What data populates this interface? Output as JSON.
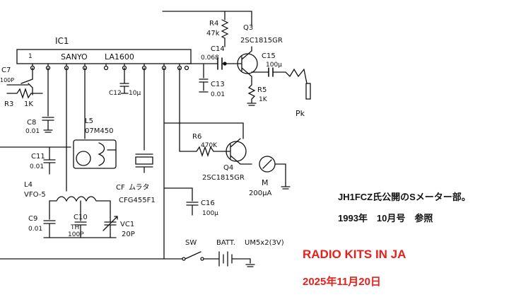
{
  "colors": {
    "ink": "#111111",
    "accent": "#e8201c",
    "background": "#ffffff"
  },
  "ic": {
    "ref": "IC1",
    "maker": "SANYO",
    "part": "LA1600",
    "pin1": "1"
  },
  "components": {
    "r4": {
      "ref": "R4",
      "value": "47k"
    },
    "q3": {
      "ref": "Q3",
      "part": "2SC1815GR"
    },
    "c14": {
      "ref": "C14",
      "value": "0.068"
    },
    "c15": {
      "ref": "C15",
      "value": "100μ"
    },
    "c13": {
      "ref": "C13",
      "value": "0.01"
    },
    "r5": {
      "ref": "R5",
      "value": "1K"
    },
    "pk": {
      "ref": "Pk"
    },
    "c7": {
      "ref": "C7",
      "value": "100P"
    },
    "r3": {
      "ref": "R3",
      "value": "1K"
    },
    "c8": {
      "ref": "C8",
      "value": "0.01"
    },
    "c12": {
      "ref": "C12",
      "value": "10μ"
    },
    "l5": {
      "ref": "L5",
      "part": "07M450"
    },
    "r6": {
      "ref": "R6",
      "value": "470K"
    },
    "q4": {
      "ref": "Q4",
      "part": "2SC1815GR"
    },
    "meter": {
      "ref": "M",
      "value": "200μA"
    },
    "c11": {
      "ref": "C11",
      "value": "0.01"
    },
    "cf": {
      "ref": "CF",
      "maker": "ムラタ",
      "part": "CFG455F1"
    },
    "l4": {
      "ref": "L4",
      "part": "VFO-5"
    },
    "c16": {
      "ref": "C16",
      "value": "100μ"
    },
    "c9": {
      "ref": "C9",
      "value": "0.01"
    },
    "c10": {
      "ref": "C10",
      "type": "TH",
      "value": "100P"
    },
    "vc1": {
      "ref": "VC1",
      "value": "20P"
    },
    "sw": {
      "ref": "SW"
    },
    "batt": {
      "ref": "BATT.",
      "value": "UM5x2(3V)"
    }
  },
  "notes": {
    "line1": "JH1FCZ氏公開のSメーター部。",
    "line2": "1993年　10月号　参照"
  },
  "title": "RADIO KITS IN JA",
  "date": "2025年11月20日"
}
